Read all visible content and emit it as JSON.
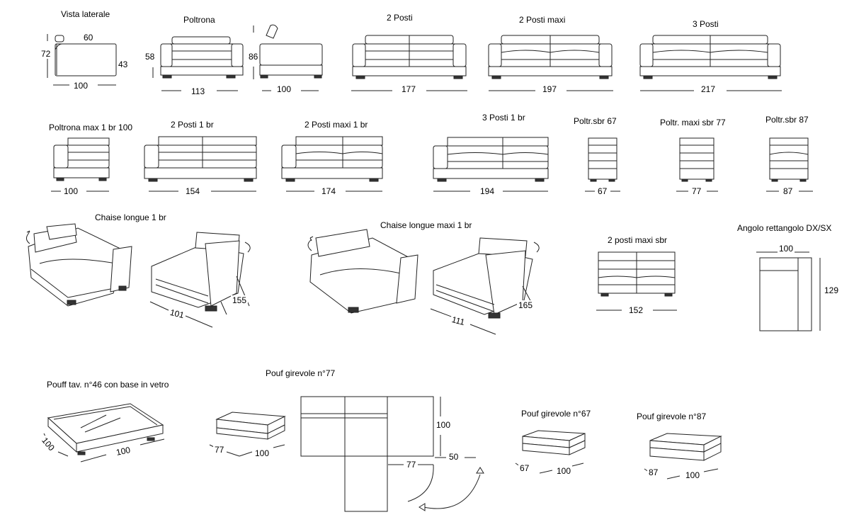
{
  "labels": {
    "vista_laterale": "Vista laterale",
    "poltrona": "Poltrona",
    "due_posti": "2 Posti",
    "due_posti_maxi": "2 Posti maxi",
    "tre_posti": "3 Posti",
    "poltrona_max_1br": "Poltrona max 1 br 100",
    "due_posti_1br": "2 Posti 1 br",
    "due_posti_maxi_1br": "2 Posti maxi 1 br",
    "tre_posti_1br": "3 Posti  1 br",
    "poltr_sbr_67": "Poltr.sbr 67",
    "poltr_maxi_sbr_77": "Poltr. maxi sbr 77",
    "poltr_sbr_87": "Poltr.sbr 87",
    "chaise_longue_1br": "Chaise longue 1 br",
    "chaise_longue_maxi_1br": "Chaise longue maxi 1 br",
    "due_posti_maxi_sbr": "2 posti maxi sbr",
    "angolo_rettangolo": "Angolo rettangolo DX/SX",
    "pouff_tav": "Pouff tav. n°46 con base in vetro",
    "pouf_girevole_77": "Pouf girevole n°77",
    "pouf_girevole_67": "Pouf girevole  n°67",
    "pouf_girevole_87": "Pouf girevole  n°87"
  },
  "dims": {
    "side_60": "60",
    "side_72": "72",
    "side_43": "43",
    "side_100": "100",
    "poltrona_58": "58",
    "poltrona_113": "113",
    "side2_86": "86",
    "side2_100": "100",
    "due_posti_177": "177",
    "due_posti_maxi_197": "197",
    "tre_posti_217": "217",
    "poltrona_max_100": "100",
    "due_posti_1br_154": "154",
    "due_posti_maxi_1br_174": "174",
    "tre_posti_1br_194": "194",
    "sbr_67": "67",
    "sbr_77": "77",
    "sbr_87": "87",
    "chaise_101": "101",
    "chaise_155": "155",
    "chaise_maxi_111": "111",
    "chaise_maxi_165": "165",
    "maxi_sbr_152": "152",
    "angolo_100": "100",
    "angolo_129": "129",
    "pouff_100a": "100",
    "pouff_100b": "100",
    "pouf77_77": "77",
    "pouf77_100": "100",
    "plan_100": "100",
    "plan_77": "77",
    "plan_50": "50",
    "pouf67_67": "67",
    "pouf67_100": "100",
    "pouf87_87": "87",
    "pouf87_100": "100"
  }
}
